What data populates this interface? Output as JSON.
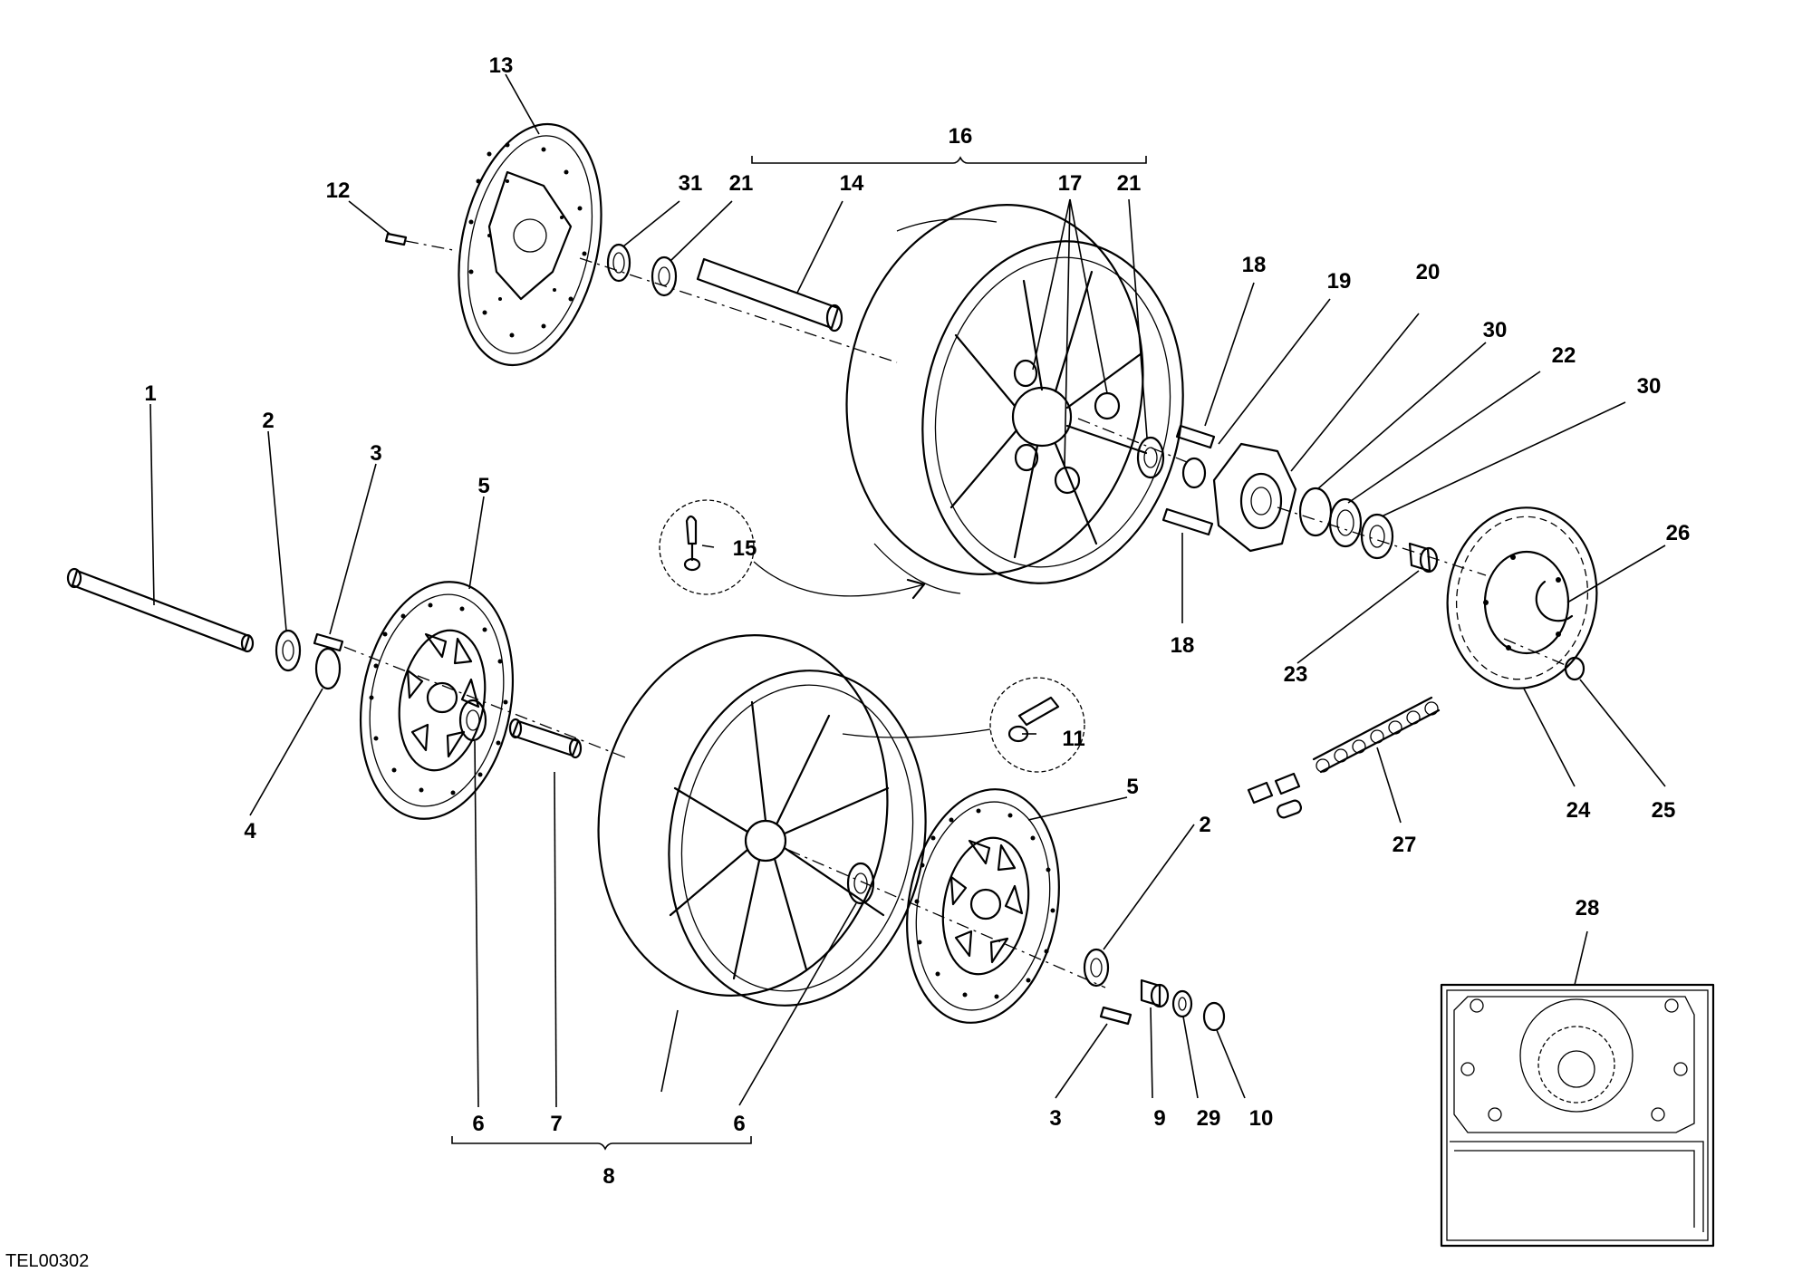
{
  "diagram": {
    "code": "TEL00302",
    "callouts": {
      "c1": "1",
      "c2a": "2",
      "c2b": "2",
      "c3a": "3",
      "c3b": "3",
      "c4": "4",
      "c5a": "5",
      "c5b": "5",
      "c6a": "6",
      "c6b": "6",
      "c7": "7",
      "c8": "8",
      "c9": "9",
      "c10": "10",
      "c11": "11",
      "c12": "12",
      "c13": "13",
      "c14": "14",
      "c15": "15",
      "c16": "16",
      "c17": "17",
      "c18a": "18",
      "c18b": "18",
      "c19": "19",
      "c20": "20",
      "c21a": "21",
      "c21b": "21",
      "c22": "22",
      "c23": "23",
      "c24": "24",
      "c25": "25",
      "c26": "26",
      "c27": "27",
      "c28": "28",
      "c29": "29",
      "c30a": "30",
      "c30b": "30",
      "c31": "31"
    }
  }
}
